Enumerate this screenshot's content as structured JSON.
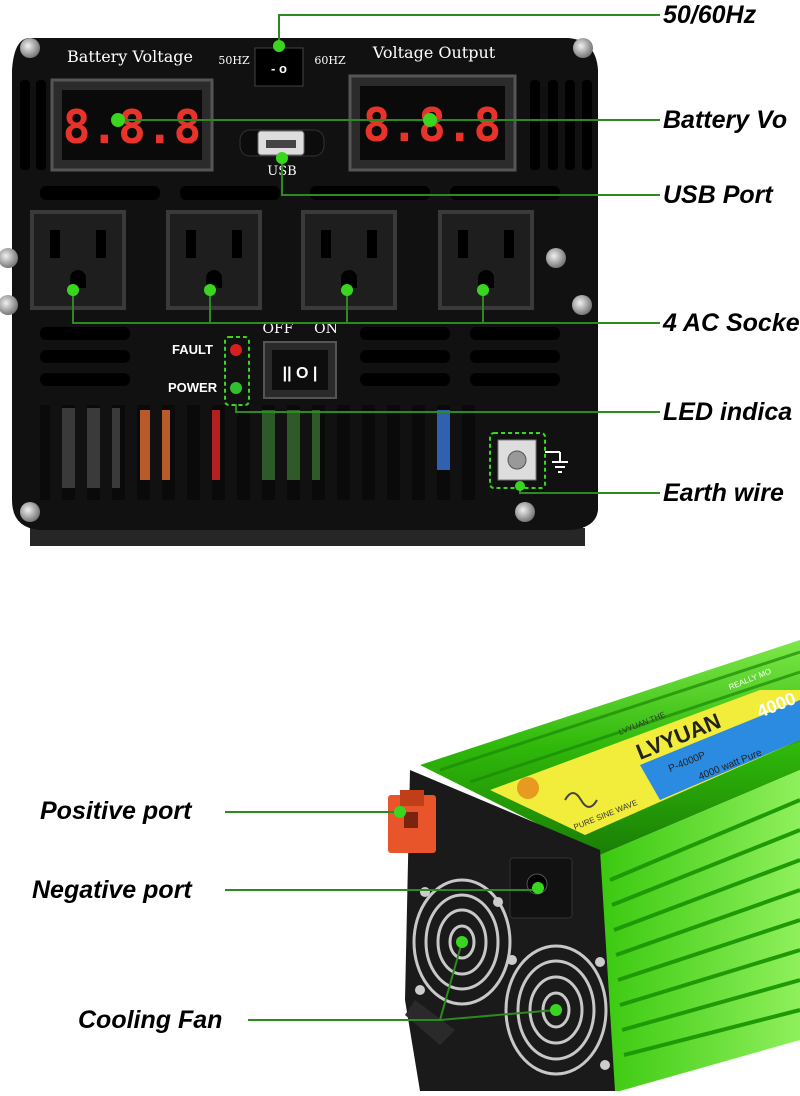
{
  "colors": {
    "callout_line": "#2d8a1e",
    "callout_dot": "#39d61f",
    "panel": "#141414",
    "inverter_body": "#3ccf12",
    "led_fault": "#d81e1e",
    "led_power": "#2fbf2f"
  },
  "callouts_top": [
    {
      "id": "freq",
      "label": "50/60Hz"
    },
    {
      "id": "battery",
      "label": "Battery Vo"
    },
    {
      "id": "usb",
      "label": "USB Port"
    },
    {
      "id": "ac",
      "label": "4 AC Socke"
    },
    {
      "id": "led",
      "label": "LED indica"
    },
    {
      "id": "earth",
      "label": "Earth wire"
    }
  ],
  "callouts_bottom": [
    {
      "id": "positive",
      "label": "Positive port"
    },
    {
      "id": "negative",
      "label": "Negative port"
    },
    {
      "id": "fan",
      "label": "Cooling Fan"
    }
  ],
  "panel": {
    "battery_voltage_label": "Battery Voltage",
    "voltage_output_label": "Voltage Output",
    "hz50": "50HZ",
    "hz60": "60HZ",
    "switch_glyph": "- o",
    "display_left": "8.8.8",
    "display_right": "8.8.8",
    "usb_label": "USB",
    "off": "OFF",
    "on": "ON",
    "fault": "FAULT",
    "power": "POWER",
    "rocker_glyph": "|| O |"
  },
  "product": {
    "brand": "LVYUAN",
    "model": "P-4000P",
    "wattage": "4000",
    "sticker_line": "4000 watt Pure",
    "wave_text": "PURE SINE WAVE",
    "top_text": "LVYUAN THE",
    "top_text2": "REALLY MO"
  },
  "icons": [
    "earth-ground-icon",
    "fan-grille-icon",
    "screw-icon",
    "sine-wave-icon"
  ]
}
